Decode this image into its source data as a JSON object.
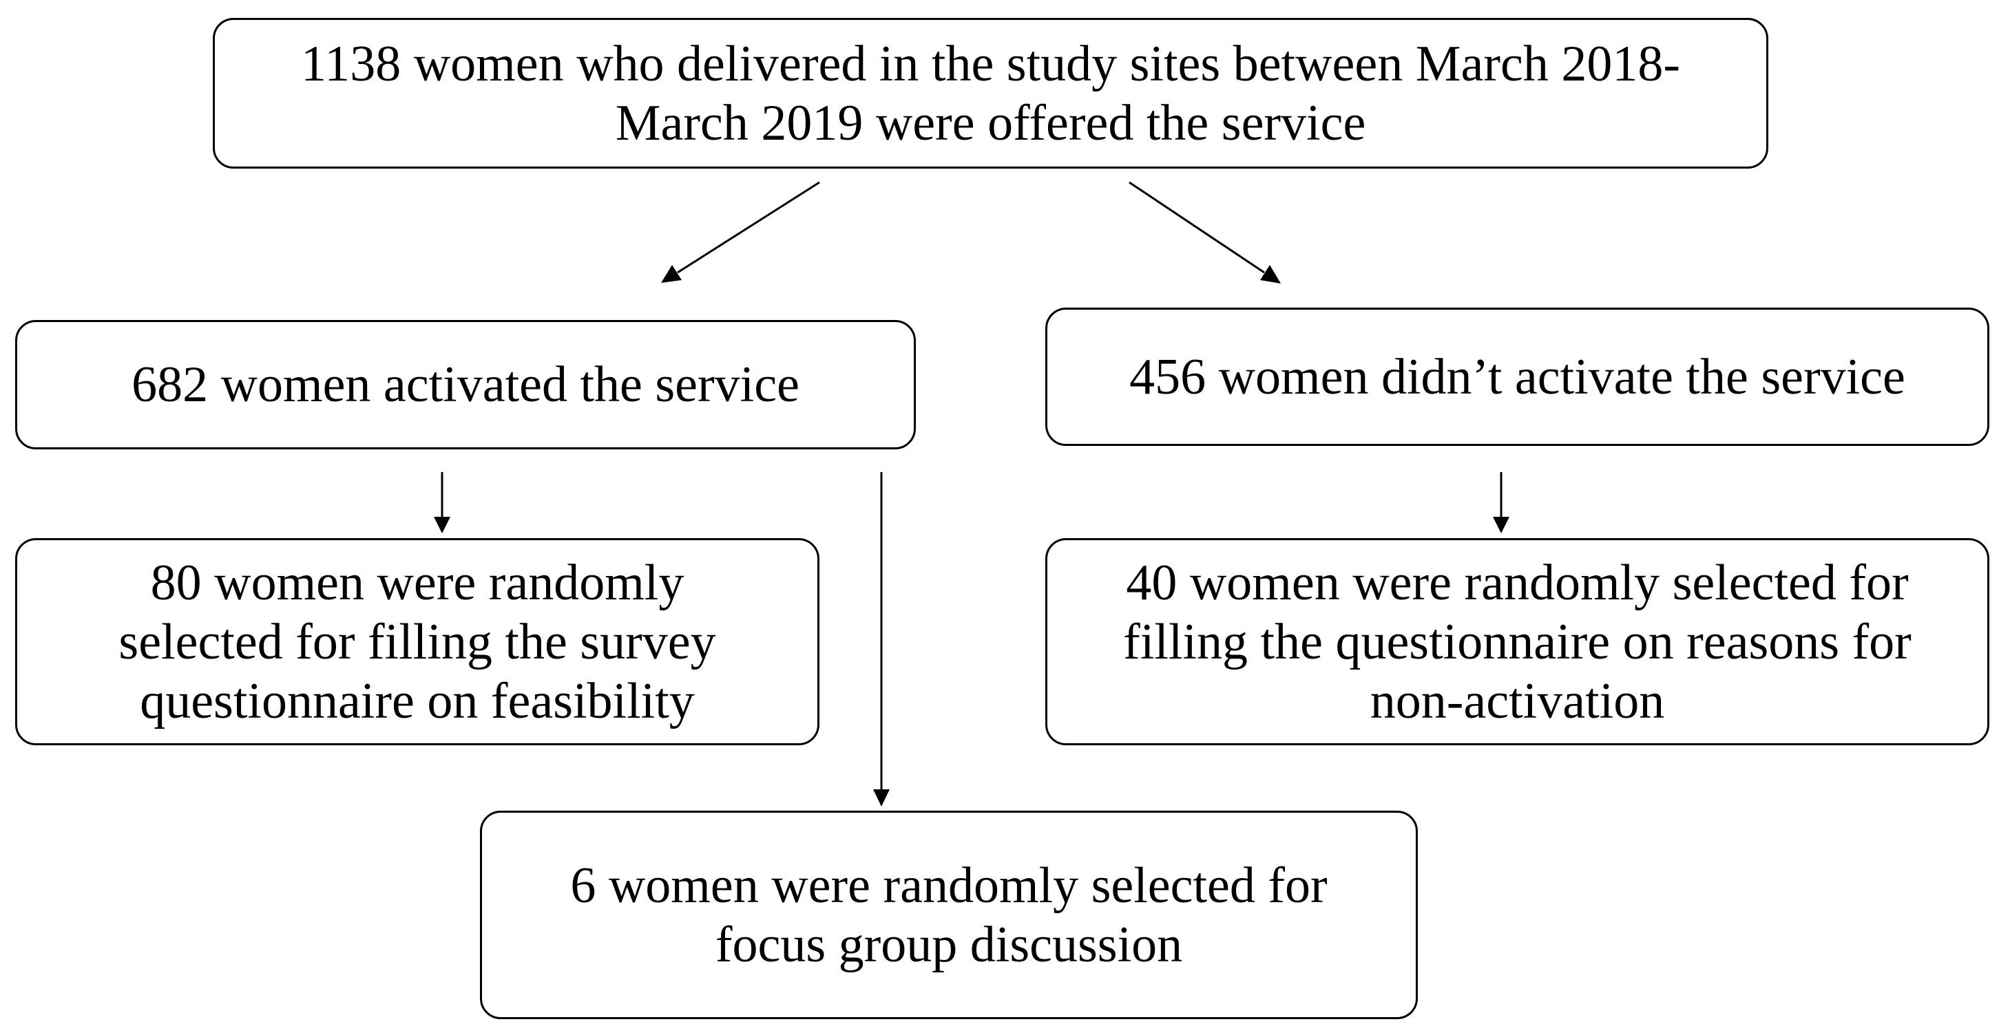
{
  "flowchart": {
    "nodes": {
      "offered": {
        "text": "1138 women who delivered in the study sites between March 2018- March 2019 were offered the service"
      },
      "activated": {
        "text": "682 women activated the service"
      },
      "not_activated": {
        "text": "456 women didn’t activate the service"
      },
      "survey": {
        "text": "80 women were randomly selected for filling the survey questionnaire on feasibility"
      },
      "non_activation_questionnaire": {
        "text": "40 women were randomly selected for filling the questionnaire on reasons for non-activation"
      },
      "focus_group": {
        "text": "6 women were randomly selected for focus group discussion"
      }
    },
    "edges": [
      {
        "from": "offered",
        "to": "activated"
      },
      {
        "from": "offered",
        "to": "not_activated"
      },
      {
        "from": "activated",
        "to": "survey"
      },
      {
        "from": "activated",
        "to": "focus_group"
      },
      {
        "from": "not_activated",
        "to": "non_activation_questionnaire"
      }
    ]
  }
}
